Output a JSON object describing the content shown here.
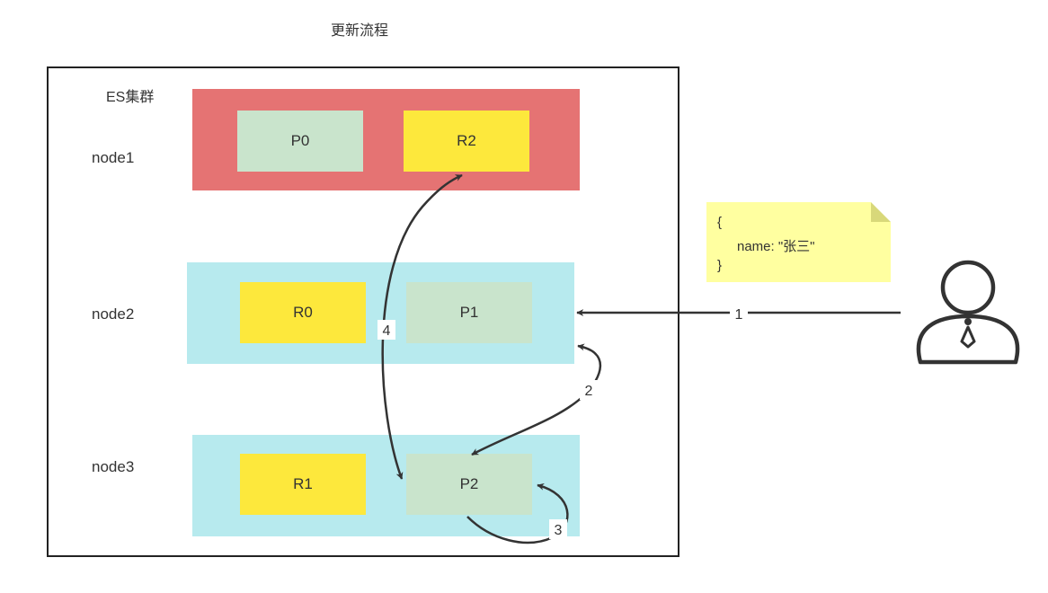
{
  "title": "更新流程",
  "cluster": {
    "label": "ES集群"
  },
  "nodes": [
    {
      "label": "node1",
      "shards": [
        "P0",
        "R2"
      ]
    },
    {
      "label": "node2",
      "shards": [
        "R0",
        "P1"
      ]
    },
    {
      "label": "node3",
      "shards": [
        "R1",
        "P2"
      ]
    }
  ],
  "note": {
    "line1": "{",
    "line2": "name: \"张三\"",
    "line3": "}"
  },
  "steps": [
    "1",
    "2",
    "3",
    "4"
  ],
  "colors": {
    "node1": "#e57373",
    "node2_3": "#b7eaee",
    "primary": "#c9e4cc",
    "replica": "#fde83c",
    "note": "#ffffa0"
  },
  "icons": {
    "user": "user-icon"
  }
}
